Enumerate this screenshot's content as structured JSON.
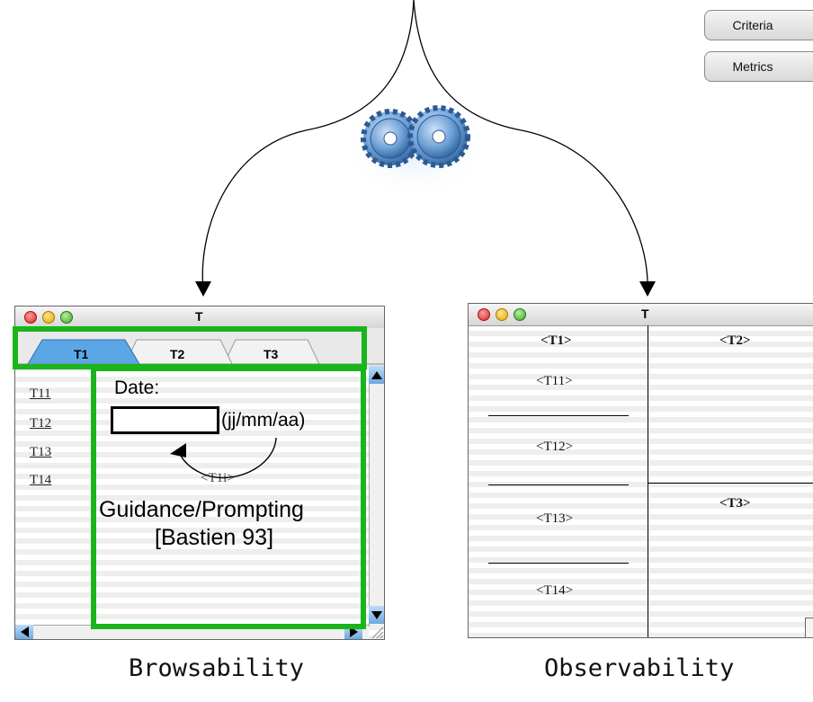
{
  "buttons": {
    "criteria": "Criteria",
    "metrics": "Metrics"
  },
  "left_window": {
    "title": "T",
    "tabs": [
      "T1",
      "T2",
      "T3"
    ],
    "links": [
      "T11",
      "T12",
      "T13",
      "T14"
    ],
    "date_label": "Date:",
    "date_format": "(jj/mm/aa)",
    "hint_tag": "<T1i>",
    "annotation_line1": "Guidance/Prompting",
    "annotation_line2": "[Bastien 93]"
  },
  "right_window": {
    "title": "T",
    "col1_header": "<T1>",
    "col2_header": "<T2>",
    "col2_lower": "<T3>",
    "items": [
      "<T11>",
      "<T12>",
      "<T13>",
      "<T14>"
    ]
  },
  "captions": {
    "left": "Browsability",
    "right": "Observability"
  },
  "colors": {
    "highlight": "#19b51a",
    "tab_active": "#5ba7e6"
  }
}
